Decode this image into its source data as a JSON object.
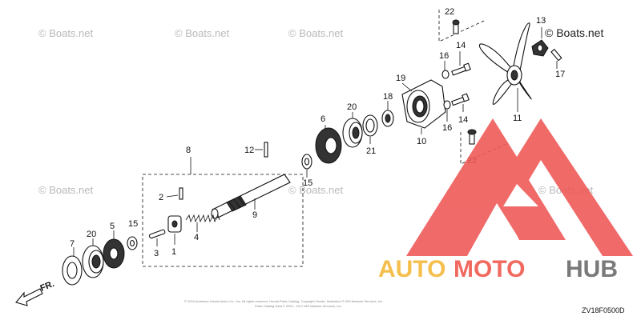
{
  "watermarks": [
    "© Boats.net",
    "© Boats.net",
    "© Boats.net",
    "© Boats.net",
    "© Boats.net",
    "© Boats.net",
    "© Boats.net"
  ],
  "callouts": {
    "c1": "1",
    "c2": "2",
    "c3": "3",
    "c4": "4",
    "c5": "5",
    "c6": "6",
    "c7": "7",
    "c8": "8",
    "c9": "9",
    "c10": "10",
    "c11": "11",
    "c12": "12",
    "c13": "13",
    "c14a": "14",
    "c14b": "14",
    "c15a": "15",
    "c15b": "15",
    "c16a": "16",
    "c16b": "16",
    "c17": "17",
    "c18": "18",
    "c19": "19",
    "c20a": "20",
    "c20b": "20",
    "c21": "21",
    "c22a": "22",
    "c22b": "22"
  },
  "front_label": "FR.",
  "diagram_code": "ZV18F0500D",
  "brand": {
    "auto": "AUTO",
    "moto": "MOTO",
    "hub": "HUB",
    "colors": {
      "auto": "#f4b93a",
      "moto": "#f05a4f",
      "hub": "#6b6b6b",
      "triangle": "#ee5a58"
    }
  },
  "copyright_lines": [
    "© 2004 American Honda Motor Co., Inc. All rights reserved. Honda Parts Catalog. Copyright Honda. Illustration © ARI Network Services, Inc.",
    "Parts Catalog Data © 2004 - 2017 ARI Network Services, Inc."
  ]
}
